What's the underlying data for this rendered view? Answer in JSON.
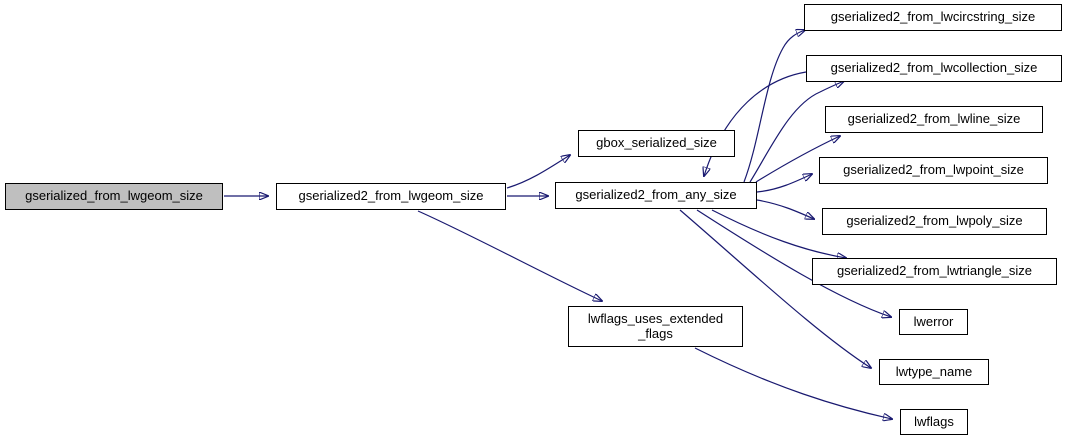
{
  "diagram": {
    "kind": "doxygen-call-graph",
    "colors": {
      "edge": "#191970",
      "node_border": "#000000",
      "node_fill": "#ffffff",
      "root_fill": "#bfbfbf",
      "text": "#000000",
      "background": "#ffffff"
    },
    "nodes": [
      {
        "id": "gserialized_from_lwgeom_size",
        "label": "gserialized_from_lwgeom_size",
        "highlighted": true
      },
      {
        "id": "gserialized2_from_lwgeom_size",
        "label": "gserialized2_from_lwgeom_size"
      },
      {
        "id": "gbox_serialized_size",
        "label": "gbox_serialized_size"
      },
      {
        "id": "gserialized2_from_any_size",
        "label": "gserialized2_from_any_size"
      },
      {
        "id": "lwflags_uses_extended_flags",
        "label": "lwflags_uses_extended_flags",
        "line1": "lwflags_uses_extended",
        "line2": "_flags"
      },
      {
        "id": "gserialized2_from_lwcircstring_size",
        "label": "gserialized2_from_lwcircstring_size"
      },
      {
        "id": "gserialized2_from_lwcollection_size",
        "label": "gserialized2_from_lwcollection_size"
      },
      {
        "id": "gserialized2_from_lwline_size",
        "label": "gserialized2_from_lwline_size"
      },
      {
        "id": "gserialized2_from_lwpoint_size",
        "label": "gserialized2_from_lwpoint_size"
      },
      {
        "id": "gserialized2_from_lwpoly_size",
        "label": "gserialized2_from_lwpoly_size"
      },
      {
        "id": "gserialized2_from_lwtriangle_size",
        "label": "gserialized2_from_lwtriangle_size"
      },
      {
        "id": "lwerror",
        "label": "lwerror"
      },
      {
        "id": "lwtype_name",
        "label": "lwtype_name"
      },
      {
        "id": "lwflags",
        "label": "lwflags"
      }
    ],
    "edges": [
      {
        "from": "gserialized_from_lwgeom_size",
        "to": "gserialized2_from_lwgeom_size"
      },
      {
        "from": "gserialized2_from_lwgeom_size",
        "to": "gbox_serialized_size"
      },
      {
        "from": "gserialized2_from_lwgeom_size",
        "to": "gserialized2_from_any_size"
      },
      {
        "from": "gserialized2_from_lwgeom_size",
        "to": "lwflags_uses_extended_flags"
      },
      {
        "from": "gserialized2_from_any_size",
        "to": "gserialized2_from_lwcircstring_size"
      },
      {
        "from": "gserialized2_from_any_size",
        "to": "gserialized2_from_lwcollection_size"
      },
      {
        "from": "gserialized2_from_any_size",
        "to": "gserialized2_from_lwline_size"
      },
      {
        "from": "gserialized2_from_any_size",
        "to": "gserialized2_from_lwpoint_size"
      },
      {
        "from": "gserialized2_from_any_size",
        "to": "gserialized2_from_lwpoly_size"
      },
      {
        "from": "gserialized2_from_any_size",
        "to": "gserialized2_from_lwtriangle_size"
      },
      {
        "from": "gserialized2_from_any_size",
        "to": "lwerror"
      },
      {
        "from": "gserialized2_from_any_size",
        "to": "lwtype_name"
      },
      {
        "from": "gserialized2_from_lwcollection_size",
        "to": "gserialized2_from_any_size"
      },
      {
        "from": "lwflags_uses_extended_flags",
        "to": "lwflags"
      }
    ]
  }
}
